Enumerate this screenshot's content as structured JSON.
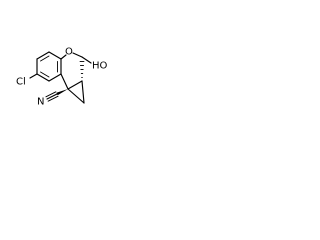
{
  "molecule": {
    "atoms": {
      "chloro": "Cl",
      "ether_oxygen": "O",
      "hydroxyl": "HO",
      "nitrile_nitrogen": "N"
    }
  }
}
